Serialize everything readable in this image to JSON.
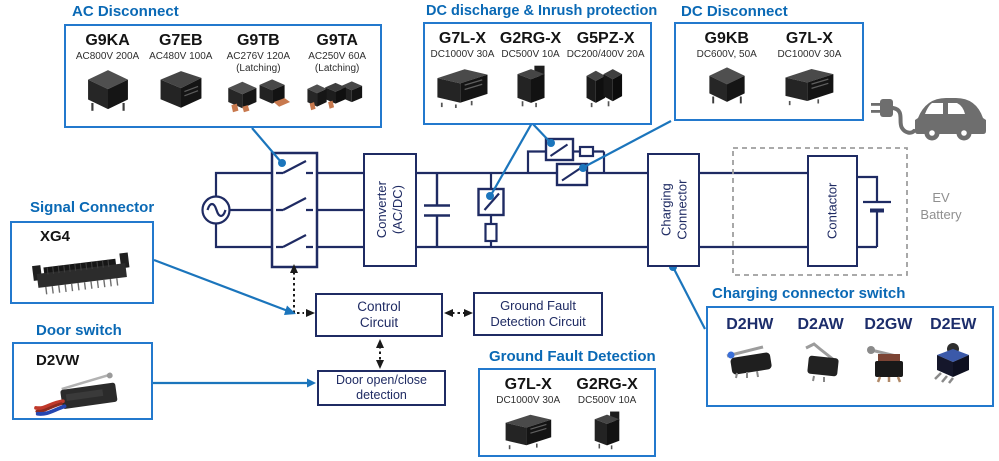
{
  "colors": {
    "accent_blue": "#0a69b5",
    "callout_border": "#2379cd",
    "connector_line": "#1b75bc",
    "circuit_navy": "#1f2b63",
    "muted_gray": "#8f8f8f"
  },
  "callouts": {
    "ac_disconnect": {
      "title": "AC Disconnect",
      "products": [
        {
          "name": "G9KA",
          "spec": "AC800V 200A"
        },
        {
          "name": "G7EB",
          "spec": "AC480V 100A"
        },
        {
          "name": "G9TB",
          "spec": "AC276V 120A",
          "note": "(Latching)"
        },
        {
          "name": "G9TA",
          "spec": "AC250V  60A",
          "note": "(Latching)"
        }
      ]
    },
    "dc_discharge": {
      "title": "DC discharge & Inrush protection",
      "products": [
        {
          "name": "G7L-X",
          "spec": "DC1000V 30A"
        },
        {
          "name": "G2RG-X",
          "spec": "DC500V 10A"
        },
        {
          "name": "G5PZ-X",
          "spec": "DC200/400V 20A"
        }
      ]
    },
    "dc_disconnect": {
      "title": "DC Disconnect",
      "products": [
        {
          "name": "G9KB",
          "spec": "DC600V, 50A"
        },
        {
          "name": "G7L-X",
          "spec": "DC1000V 30A"
        }
      ]
    },
    "signal_connector": {
      "title": "Signal Connector",
      "products": [
        {
          "name": "XG4"
        }
      ]
    },
    "door_switch": {
      "title": "Door switch",
      "products": [
        {
          "name": "D2VW"
        }
      ]
    },
    "ground_fault": {
      "title": "Ground Fault Detection",
      "products": [
        {
          "name": "G7L-X",
          "spec": "DC1000V 30A"
        },
        {
          "name": "G2RG-X",
          "spec": "DC500V 10A"
        }
      ]
    },
    "charging_switch": {
      "title": "Charging connector switch",
      "products": [
        {
          "name": "D2HW"
        },
        {
          "name": "D2AW"
        },
        {
          "name": "D2GW"
        },
        {
          "name": "D2EW"
        }
      ]
    }
  },
  "circuit": {
    "converter": {
      "line1": "Converter",
      "line2": "(AC/DC)"
    },
    "charging_connector": {
      "line1": "Charging",
      "line2": "Connector"
    },
    "contactor": "Contactor",
    "control": {
      "line1": "Control",
      "line2": "Circuit"
    },
    "ground_fault_circuit": {
      "line1": "Ground Fault",
      "line2": "Detection Circuit"
    },
    "door_detection": {
      "line1": "Door open/close",
      "line2": "detection"
    },
    "ev_battery": {
      "line1": "EV",
      "line2": "Battery"
    }
  }
}
